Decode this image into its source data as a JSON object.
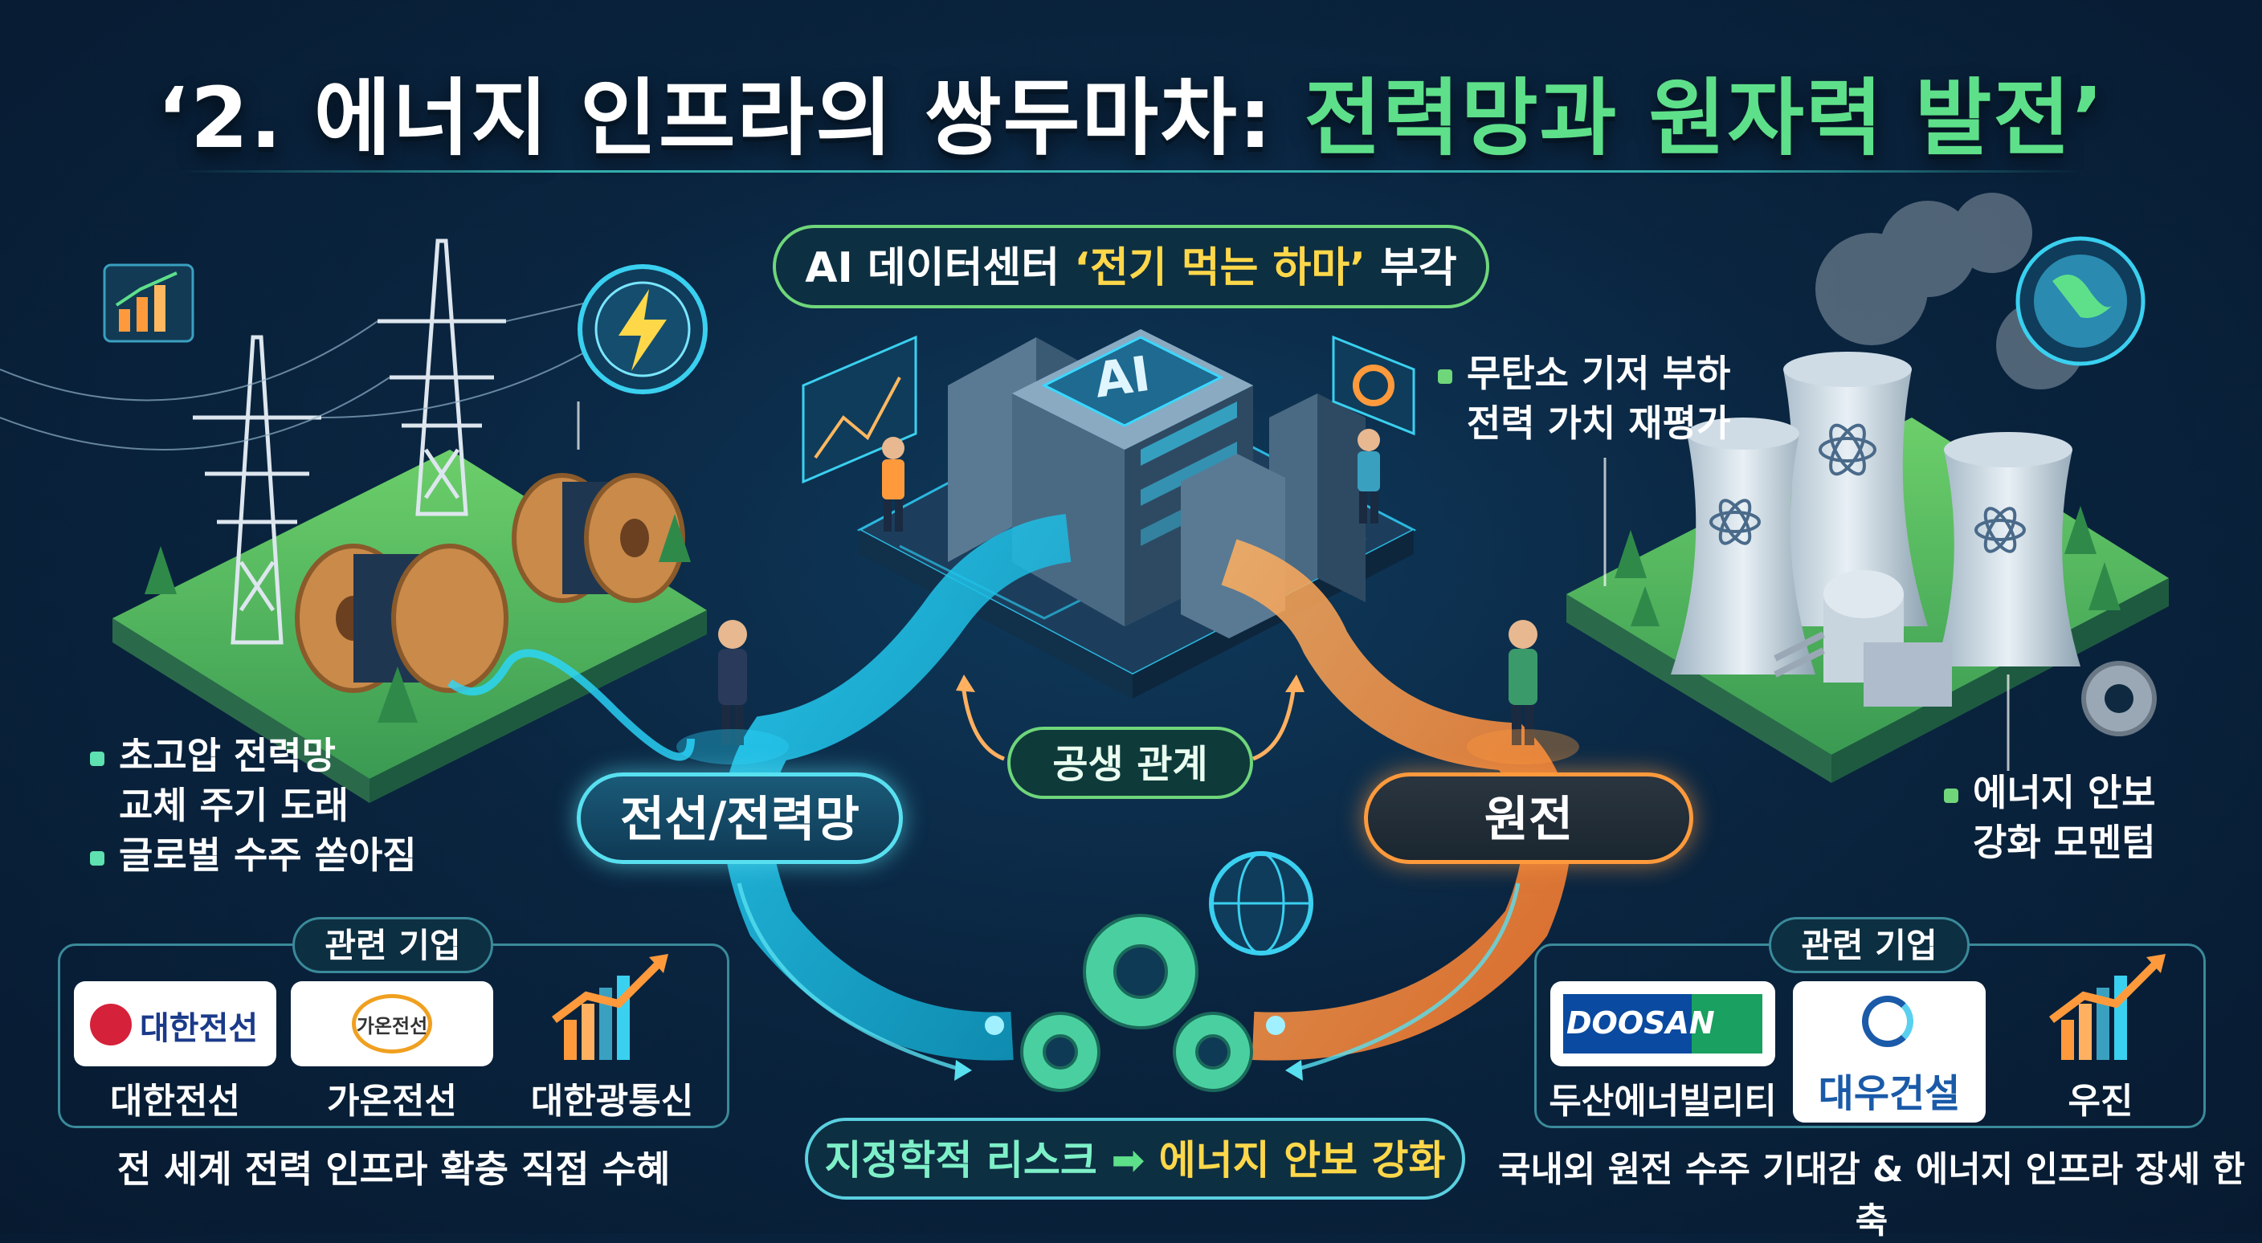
{
  "title": {
    "part1": "‘2. 에너지 인프라의 쌍두마차: ",
    "part2": "전력망과 원자력 발전’"
  },
  "center": {
    "top_label_prefix": "AI 데이터센터 ",
    "top_label_highlight": "‘전기 먹는 하마’",
    "top_label_suffix": " 부각",
    "ai_sign": "AI",
    "symbiosis": "공생 관계",
    "bottom_label_a": "지정학적 리스크 ",
    "bottom_label_arrow": "➡",
    "bottom_label_b": " 에너지 안보 강화"
  },
  "left": {
    "hub_label": "전선/전력망",
    "bullets": [
      {
        "line1": "초고압 전력망",
        "line2": "교체 주기 도래"
      },
      {
        "line1": "글로벌 수주 쏟아짐"
      }
    ],
    "panel_tag": "관련 기업",
    "companies": [
      {
        "name": "대한전선",
        "logo_text": "대한전선"
      },
      {
        "name": "가온전선",
        "logo_text": "가온전선"
      },
      {
        "name": "대한광통신"
      }
    ],
    "caption": "전 세계 전력 인프라 확충 직접 수혜"
  },
  "right": {
    "hub_label": "원전",
    "bullet_top": {
      "line1": "무탄소 기저 부하",
      "line2": "전력 가치 재평가"
    },
    "bullet_bottom": {
      "line1": "에너지 안보",
      "line2": "강화 모멘텀"
    },
    "panel_tag": "관련 기업",
    "companies": [
      {
        "name": "두산에너빌리티",
        "logo_text": "DOOSAN"
      },
      {
        "name": "대우건설",
        "logo_text": "대우건설"
      },
      {
        "name": "우진"
      }
    ],
    "caption": "국내외 원전 수주 기대감 & 에너지 인프라 장세 한 축"
  },
  "colors": {
    "green": "#5ee08a",
    "yellow": "#ffd84a",
    "cyan": "#58e0f0",
    "orange": "#ff9a3c",
    "bg": "#0a2540"
  },
  "icons": [
    "transmission-tower-icon",
    "cable-reel-icon",
    "lightning-icon",
    "bar-chart-icon",
    "server-rack-icon",
    "cooling-tower-icon",
    "atom-icon",
    "globe-icon",
    "gear-icon",
    "growth-chart-icon"
  ]
}
